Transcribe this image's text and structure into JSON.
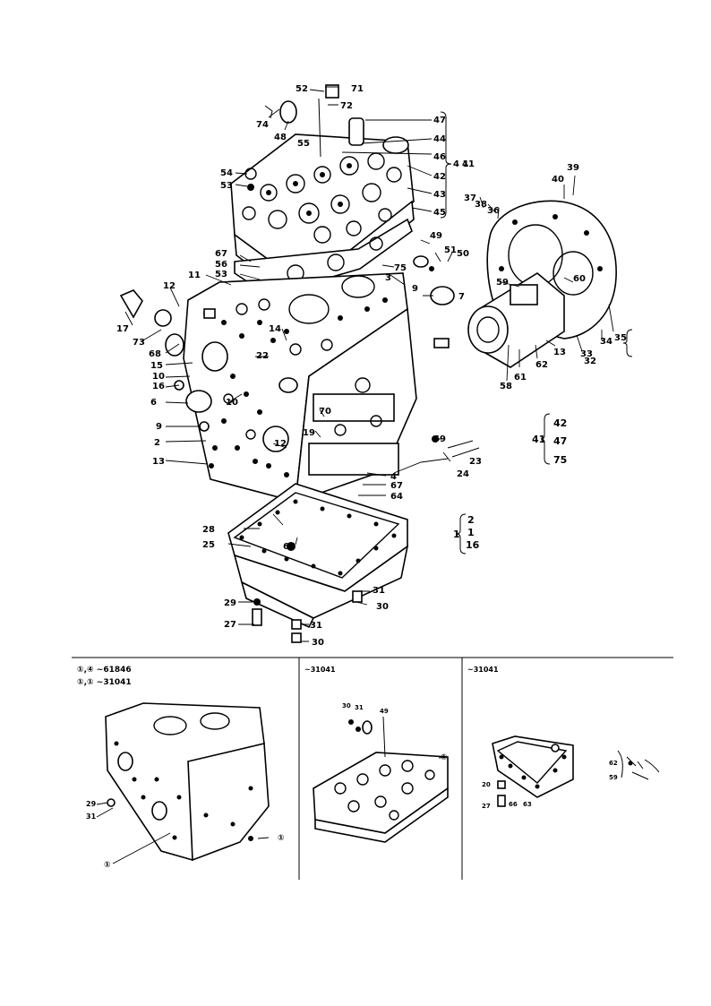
{
  "callouts_main": [
    "52",
    "71",
    "72",
    "74",
    "48",
    "47",
    "55",
    "44",
    "46",
    "41",
    "54",
    "53",
    "42",
    "43",
    "45",
    "37",
    "38",
    "36",
    "39",
    "40",
    "49",
    "51",
    "50",
    "75",
    "67",
    "56",
    "53",
    "9",
    "3",
    "11",
    "12",
    "7",
    "17",
    "73",
    "68",
    "15",
    "10",
    "16",
    "6",
    "14",
    "22",
    "10",
    "12",
    "9",
    "2",
    "13",
    "70",
    "19",
    "69",
    "4",
    "67",
    "64",
    "24",
    "23",
    "28",
    "25",
    "65",
    "29",
    "27",
    "31",
    "30",
    "31",
    "30",
    "59",
    "60",
    "13",
    "33",
    "34",
    "35",
    "32",
    "61",
    "62",
    "58"
  ],
  "brace_right_top": "4 1",
  "group_41": {
    "label": "41",
    "items": [
      "42",
      "47",
      "75"
    ]
  },
  "group_1": {
    "label": "1",
    "items": [
      "2",
      "1",
      "16"
    ]
  },
  "panels": [
    {
      "lines": [
        "①,④ ~61846",
        "①,① ~31041"
      ],
      "callouts": [
        "29",
        "31",
        "①",
        "①"
      ]
    },
    {
      "header": "~31041",
      "callouts": [
        "30",
        "31",
        "49",
        "①"
      ]
    },
    {
      "header": "~31041",
      "callouts": [
        "20",
        "27",
        "66",
        "63",
        "62",
        "59"
      ]
    }
  ]
}
